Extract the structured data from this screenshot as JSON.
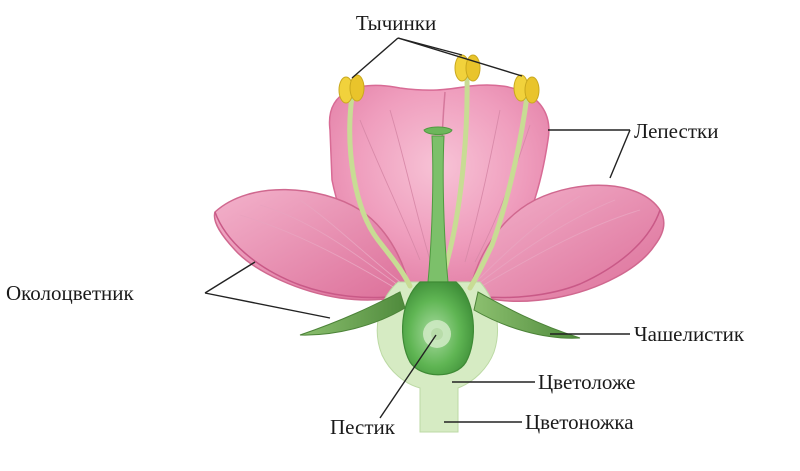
{
  "labels": {
    "stamens": "Тычинки",
    "petals": "Лепестки",
    "perianth": "Околоцветник",
    "sepal": "Чашелистик",
    "receptacle": "Цветоложе",
    "pistil": "Пестик",
    "peduncle": "Цветоножка"
  },
  "colors": {
    "petal_pink": "#ec8fb1",
    "petal_light": "#f6b8cf",
    "petal_dark": "#d66a93",
    "sepal_green": "#5f9a4a",
    "receptacle_green": "#d4e9bf",
    "pistil_green": "#58b04b",
    "stamen_filament": "#c9dd98",
    "anther_yellow": "#f0cf3a",
    "leader_line": "#222222"
  }
}
